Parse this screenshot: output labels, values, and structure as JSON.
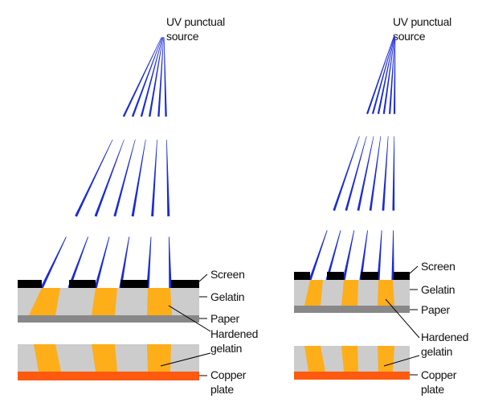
{
  "colors": {
    "ray": "#1a2bd6",
    "screen": "#000000",
    "gelatin": "#cccccc",
    "hardened": "#fdae19",
    "paper": "#888888",
    "copper": "#ff5a10",
    "leader": "#000000"
  },
  "labels": {
    "source_line1": "UV punctual",
    "source_line2": "source",
    "screen": "Screen",
    "gelatin": "Gelatin",
    "paper": "Paper",
    "hardened_line1": "Hardened",
    "hardened_line2": "gelatin",
    "copper_line1": "Copper",
    "copper_line2": "plate"
  },
  "panels": [
    {
      "name": "left",
      "source": {
        "line1": "UV punctual",
        "line2": "source"
      },
      "labels": {
        "screen": "Screen",
        "gelatin": "Gelatin",
        "paper": "Paper",
        "hardened_line1": "Hardened",
        "hardened_line2": "gelatin",
        "copper_line1": "Copper",
        "copper_line2": "plate"
      }
    },
    {
      "name": "right",
      "source": {
        "line1": "UV punctual",
        "line2": "source"
      },
      "labels": {
        "screen": "Screen",
        "gelatin": "Gelatin",
        "paper": "Paper",
        "hardened_line1": "Hardened",
        "hardened_line2": "gelatin",
        "copper_line1": "Copper",
        "copper_line2": "plate"
      }
    }
  ]
}
